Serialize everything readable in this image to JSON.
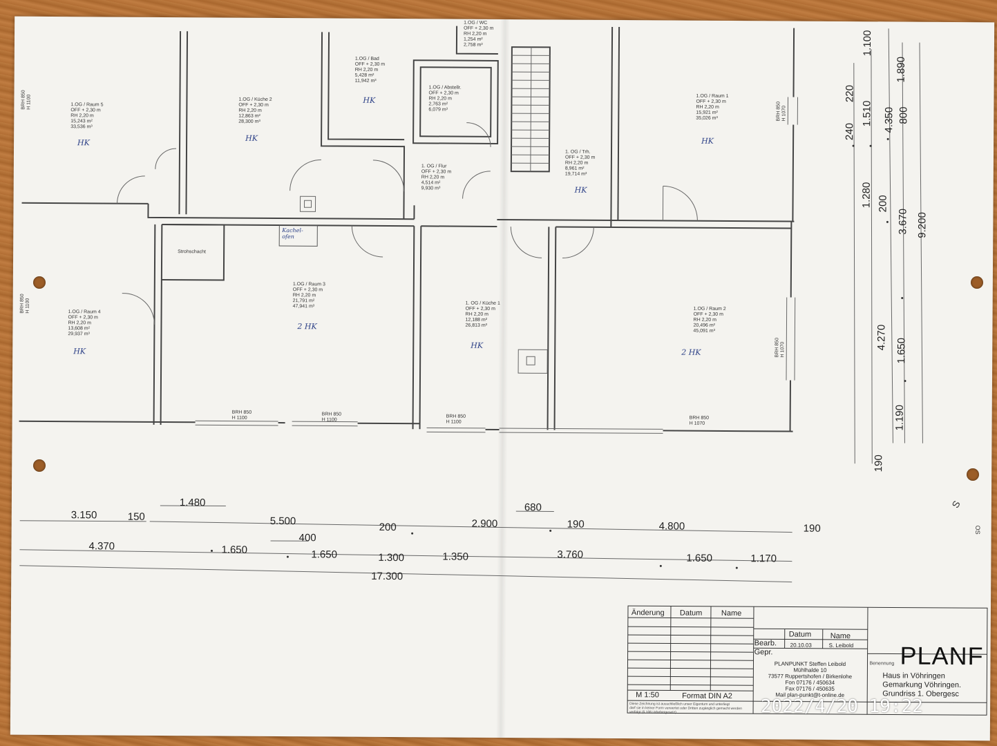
{
  "rooms": [
    {
      "name": "1.OG / Raum 5",
      "off": "OFF + 2,30 m",
      "rh": "RH 2,20 m",
      "area1": "15,243 m²",
      "area2": "33,536 m³",
      "hand": "HK"
    },
    {
      "name": "1.OG / Küche 2",
      "off": "OFF + 2,30 m",
      "rh": "RH 2,20 m",
      "area1": "12,863 m²",
      "area2": "28,300 m³",
      "hand": "HK"
    },
    {
      "name": "1.OG / Bad",
      "off": "OFF + 2,30 m",
      "rh": "RH 2,20 m",
      "area1": "5,428 m²",
      "area2": "11,942 m³",
      "hand": "HK"
    },
    {
      "name": "1.OG / WC",
      "off": "OFF + 2,30 m",
      "rh": "RH 2,20 m",
      "area1": "1,254 m²",
      "area2": "2,758 m³",
      "hand": ""
    },
    {
      "name": "1.OG / Abstellr.",
      "off": "OFF + 2,30 m",
      "rh": "RH 2,20 m",
      "area1": "2,763 m²",
      "area2": "6,079 m³",
      "hand": ""
    },
    {
      "name": "1. OG / Flur",
      "off": "OFF + 2,30 m",
      "rh": "RH 2,20 m",
      "area1": "4,514 m²",
      "area2": "9,930 m³",
      "hand": ""
    },
    {
      "name": "1. OG / Trh.",
      "off": "OFF + 2,30 m",
      "rh": "RH 2,20 m",
      "area1": "8,961 m²",
      "area2": "19,714 m³",
      "hand": "HK"
    },
    {
      "name": "1.OG / Raum 1",
      "off": "OFF + 2,30 m",
      "rh": "RH 2,20 m",
      "area1": "15,921 m²",
      "area2": "35,026 m³",
      "hand": "HK"
    },
    {
      "name": "1.OG / Raum 4",
      "off": "OFF + 2,30 m",
      "rh": "RH 2,20 m",
      "area1": "13,608 m²",
      "area2": "29,937 m³",
      "hand": "HK"
    },
    {
      "name": "1.OG / Raum 3",
      "off": "OFF + 2,30 m",
      "rh": "RH 2,20 m",
      "area1": "21,791 m²",
      "area2": "47,941 m³",
      "hand": "2 HK"
    },
    {
      "name": "1. OG / Küche 1",
      "off": "OFF + 2,30 m",
      "rh": "RH 2,20 m",
      "area1": "12,188 m²",
      "area2": "26,813 m³",
      "hand": "HK"
    },
    {
      "name": "1.OG / Raum 2",
      "off": "OFF + 2,30 m",
      "rh": "RH 2,20 m",
      "area1": "20,496 m²",
      "area2": "45,091 m³",
      "hand": "2 HK"
    }
  ],
  "plan_labels": {
    "strohschacht": "Strohschacht",
    "kachelofen": "Kachel-\nofen",
    "brh_a": "BRH 850\nH 1100",
    "brh_b": "BRH 850\nH 1070"
  },
  "dimensions_horizontal": [
    "3.150",
    "150",
    "1.480",
    "5.500",
    "400",
    "200",
    "2.900",
    "680",
    "190",
    "4.800",
    "190",
    "4.370",
    "1.650",
    "1.650",
    "1.300",
    "1.350",
    "3.760",
    "1.650",
    "1.170",
    "17.300"
  ],
  "dimensions_vertical": [
    "1.100",
    "1.890",
    "220",
    "1.510",
    "4.350",
    "800",
    "240",
    "1.280",
    "200",
    "3.670",
    "9.200",
    "4.270",
    "1.650",
    "1.190",
    "190"
  ],
  "title_block": {
    "headers": {
      "aenderung": "Änderung",
      "datum": "Datum",
      "name": "Name"
    },
    "datum_label": "Datum",
    "name_label": "Name",
    "bearb": "Bearb.",
    "gepr": "Gepr.",
    "bearb_date": "20.10.03",
    "bearb_name": "S. Leibold",
    "company": "PLANPUNKT Steffen Leibold\nMühlhalde 10\n73577 Ruppertshofen / Birkenlohe\nFon 07176 / 450634\nFax 07176 / 450635\nMail plan-punkt@t-online.de",
    "scale": "M 1:50",
    "format": "Format DIN A2",
    "disclaimer": "Diese Zeichnung ist ausschließlich unser Eigentum und unterliegt\ndarf sie in keiner Form verwertet oder Dritten zugänglich gemacht werden\nverfolgt (§ 106 Urhebergesetz)",
    "benennung": "Benennung",
    "project": "Haus in Vöhringen\nGemarkung Vöhringen.\nGrundriss 1. Obergesc",
    "brand": "PLANF"
  },
  "timestamp": "2022/4/20 19:22",
  "compass": {
    "north": "S",
    "label": "OS"
  }
}
